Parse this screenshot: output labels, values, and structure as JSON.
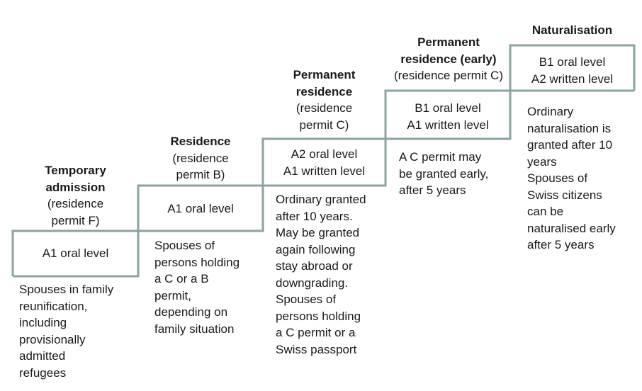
{
  "colors": {
    "step_outline": "#8aa3a3",
    "text": "#1a1a1a"
  },
  "stages": [
    {
      "name": "Temporary\nadmission",
      "permit": "(residence\npermit F)",
      "requirement": "A1 oral level",
      "note": "Spouses in family\nreunification,\nincluding\nprovisionally\nadmitted\nrefugees"
    },
    {
      "name": "Residence",
      "permit": "(residence\npermit B)",
      "requirement": "A1 oral level",
      "note": "Spouses of\npersons holding\na C or a B\npermit,\ndepending on\nfamily situation"
    },
    {
      "name": "Permanent\nresidence",
      "permit": "(residence\npermit C)",
      "requirement": "A2 oral level\nA1 written level",
      "note": "Ordinary granted\nafter 10 years.\nMay be granted\nagain following\nstay abroad or\ndowngrading.\nSpouses of\npersons holding\na C permit or a\nSwiss passport"
    },
    {
      "name": "Permanent\nresidence (early)",
      "permit": "(residence permit C)",
      "requirement": "B1 oral level\nA1 written level",
      "note": "A C permit may\nbe granted early,\nafter 5 years"
    },
    {
      "name": "Naturalisation",
      "permit": "",
      "requirement": "B1 oral level\nA2 written level",
      "note": "Ordinary\nnaturalisation is\ngranted after 10\nyears\nSpouses of\nSwiss citizens\ncan be\nnaturalised early\nafter 5 years"
    }
  ]
}
